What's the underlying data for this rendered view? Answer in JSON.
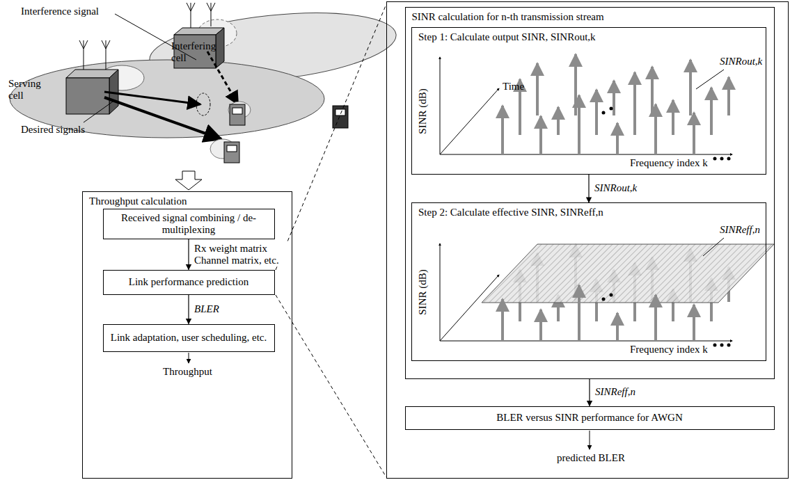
{
  "diagram": {
    "nodes": [
      {
        "text": [
          "Throughput calculation"
        ]
      },
      {
        "text": [
          "Received signal combining / de-multiplexing"
        ],
        "in": 0
      },
      {
        "text": [
          "Link performance prediction"
        ],
        "in": 0
      },
      {
        "text": [
          "Link adaptation, user scheduling, etc."
        ],
        "in": 0
      },
      {
        "text": []
      },
      {
        "text": [
          "SINR calculation for n-th transmission stream"
        ],
        "in": 4
      },
      {
        "text": [
          "Step 1: Calculate output SINR, SINRout,k"
        ],
        "in": 5
      },
      {
        "text": [
          "Step 2: Calculate effective SINR, SINReff,n"
        ],
        "in": 5
      },
      {
        "text": [
          "BLER versus SINR performance for AWGN"
        ],
        "in": 4
      }
    ],
    "edges": [
      {
        "from": 1,
        "to": 2,
        "arrow": "to",
        "label": "Rx weight matrix Channel matrix, etc."
      },
      {
        "from": 2,
        "to": 3,
        "arrow": "to",
        "label": "BLER"
      },
      {
        "from": 6,
        "to": 7,
        "arrow": "to",
        "label": "SINRout,k"
      },
      {
        "from": 5,
        "to": 8,
        "arrow": "to",
        "label": "SINReff,n"
      }
    ],
    "labels": [
      "Interference signal",
      "Interfering cell",
      "Serving cell",
      "Desired signals",
      "Time",
      "SINR (dB)",
      "Frequency index k",
      "SINRout,k",
      "SINR (dB)",
      "Frequency index k",
      "SINReff,n",
      "Throughput",
      "predicted BLER"
    ]
  }
}
